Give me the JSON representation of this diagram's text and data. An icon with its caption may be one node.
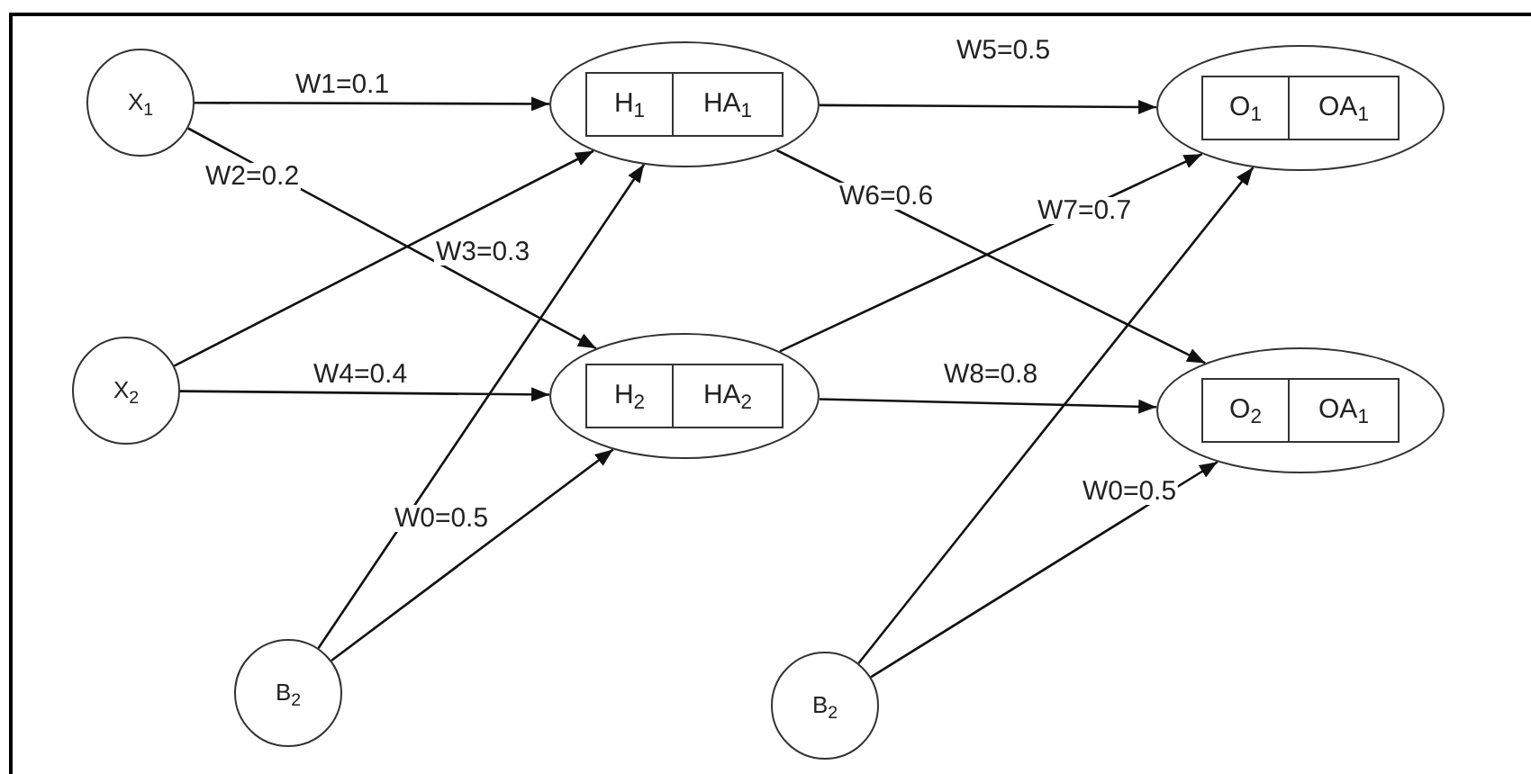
{
  "diagram": {
    "nodes": [
      {
        "text": [
          "X$_{1}$"
        ]
      },
      {
        "text": [
          "X$_{2}$"
        ]
      },
      {
        "text": [
          "B$_{2}$"
        ]
      },
      {
        "text": [
          "H$_{1}$",
          "HA$_{1}$"
        ]
      },
      {
        "text": [
          "H$_{2}$",
          "HA$_{2}$"
        ]
      },
      {
        "text": [
          "O$_{1}$",
          "OA$_{1}$"
        ]
      },
      {
        "text": [
          "O$_{2}$",
          "OA$_{1}$"
        ]
      },
      {
        "text": [
          "B$_{2}$"
        ]
      }
    ],
    "edges": [
      {
        "from": 0,
        "to": 3,
        "arrow": "to",
        "label": "W1=0.1"
      },
      {
        "from": 0,
        "to": 4,
        "arrow": "to",
        "label": "W2=0.2"
      },
      {
        "from": 1,
        "to": 3,
        "arrow": "to",
        "label": "W3=0.3"
      },
      {
        "from": 1,
        "to": 4,
        "arrow": "to",
        "label": "W4=0.4"
      },
      {
        "from": 2,
        "to": 3,
        "arrow": "to"
      },
      {
        "from": 2,
        "to": 4,
        "arrow": "to",
        "label": "W0=0.5"
      },
      {
        "from": 3,
        "to": 5,
        "arrow": "to",
        "label": "W5=0.5"
      },
      {
        "from": 3,
        "to": 6,
        "arrow": "to",
        "label": "W6=0.6"
      },
      {
        "from": 4,
        "to": 5,
        "arrow": "to",
        "label": "W7=0.7"
      },
      {
        "from": 4,
        "to": 6,
        "arrow": "to",
        "label": "W8=0.8"
      },
      {
        "from": 7,
        "to": 5,
        "arrow": "to"
      },
      {
        "from": 7,
        "to": 6,
        "arrow": "to",
        "label": "W0=0.5"
      }
    ]
  }
}
